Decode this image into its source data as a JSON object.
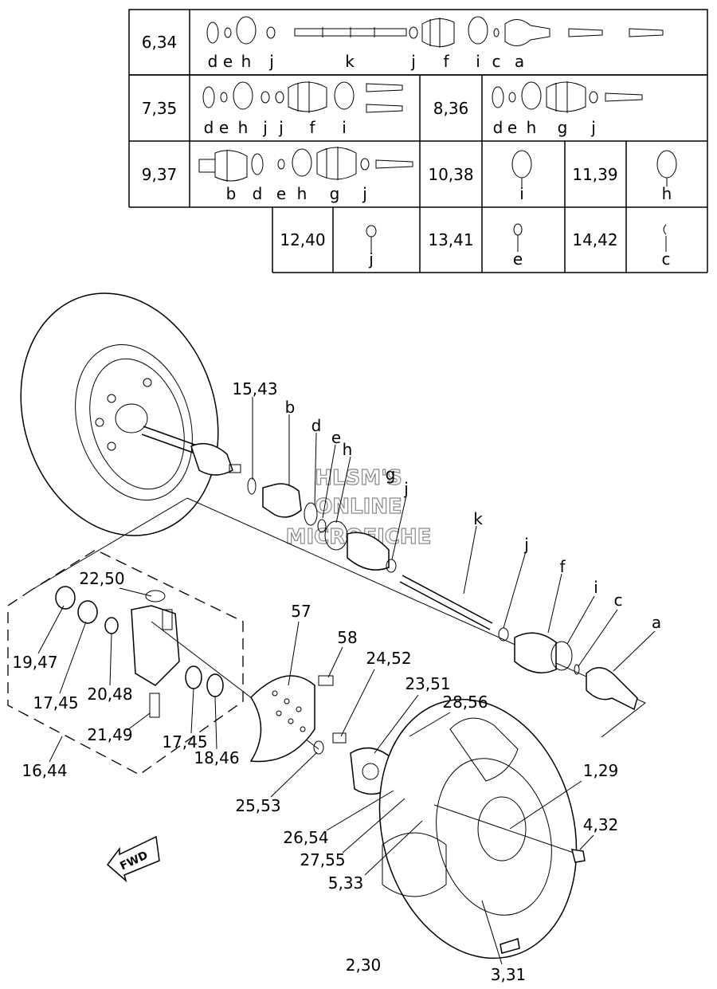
{
  "kit_table": {
    "rows": [
      {
        "kit": "6,34",
        "letters": [
          "d",
          "e",
          "h",
          "j",
          "k",
          "j",
          "f",
          "i",
          "c",
          "a"
        ]
      },
      {
        "kit": "7,35",
        "letters": [
          "d",
          "e",
          "h",
          "j",
          "j",
          "f",
          "i"
        ]
      },
      {
        "kit": "8,36",
        "letters": [
          "d",
          "e",
          "h",
          "g",
          "j"
        ]
      },
      {
        "kit": "9,37",
        "letters": [
          "b",
          "d",
          "e",
          "h",
          "g",
          "j"
        ]
      },
      {
        "kit": "10,38",
        "letters": [
          "i"
        ]
      },
      {
        "kit": "11,39",
        "letters": [
          "h"
        ]
      },
      {
        "kit": "12,40",
        "letters": [
          "j"
        ]
      },
      {
        "kit": "13,41",
        "letters": [
          "e"
        ]
      },
      {
        "kit": "14,42",
        "letters": [
          "c"
        ]
      }
    ]
  },
  "callouts": {
    "c15_43": "15,43",
    "b": "b",
    "d": "d",
    "e": "e",
    "h": "h",
    "g": "g",
    "j1": "j",
    "k": "k",
    "j2": "j",
    "f": "f",
    "i": "i",
    "c": "c",
    "a": "a",
    "c22_50": "22,50",
    "c19_47": "19,47",
    "c17_45a": "17,45",
    "c20_48": "20,48",
    "c21_49": "21,49",
    "c17_45b": "17,45",
    "c18_46": "18,46",
    "c16_44": "16,44",
    "c57": "57",
    "c58": "58",
    "c24_52": "24,52",
    "c23_51": "23,51",
    "c28_56": "28,56",
    "c25_53": "25,53",
    "c26_54": "26,54",
    "c27_55": "27,55",
    "c5_33": "5,33",
    "c1_29": "1,29",
    "c4_32": "4,32",
    "c2_30": "2,30",
    "c3_31": "3,31"
  },
  "watermark": [
    "HLSM'S",
    "ONLINE",
    "MICROFICHE"
  ],
  "fwd_label": "FWD"
}
